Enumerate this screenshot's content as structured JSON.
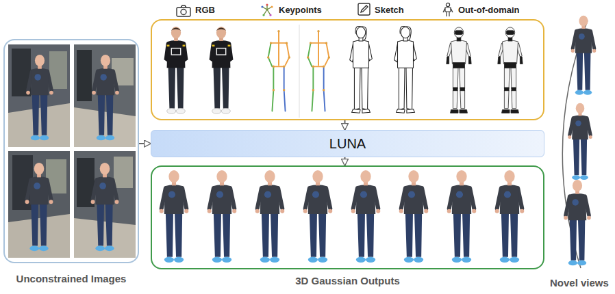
{
  "diagram": {
    "nodes": [
      {
        "text": [
          "Unconstrained Images"
        ]
      },
      {
        "text": [
          "RGB",
          "Keypoints",
          "Sketch",
          "Out-of-domain"
        ]
      },
      {
        "text": [
          "LUNA"
        ]
      },
      {
        "text": [
          "3D Gaussian Outputs"
        ]
      }
    ],
    "edges": [
      {
        "from": 0,
        "to": 2,
        "arrow": "to"
      },
      {
        "from": 1,
        "to": 2,
        "arrow": "to"
      },
      {
        "from": 2,
        "to": 3,
        "arrow": "to"
      }
    ],
    "labels": [
      "Novel views"
    ]
  }
}
